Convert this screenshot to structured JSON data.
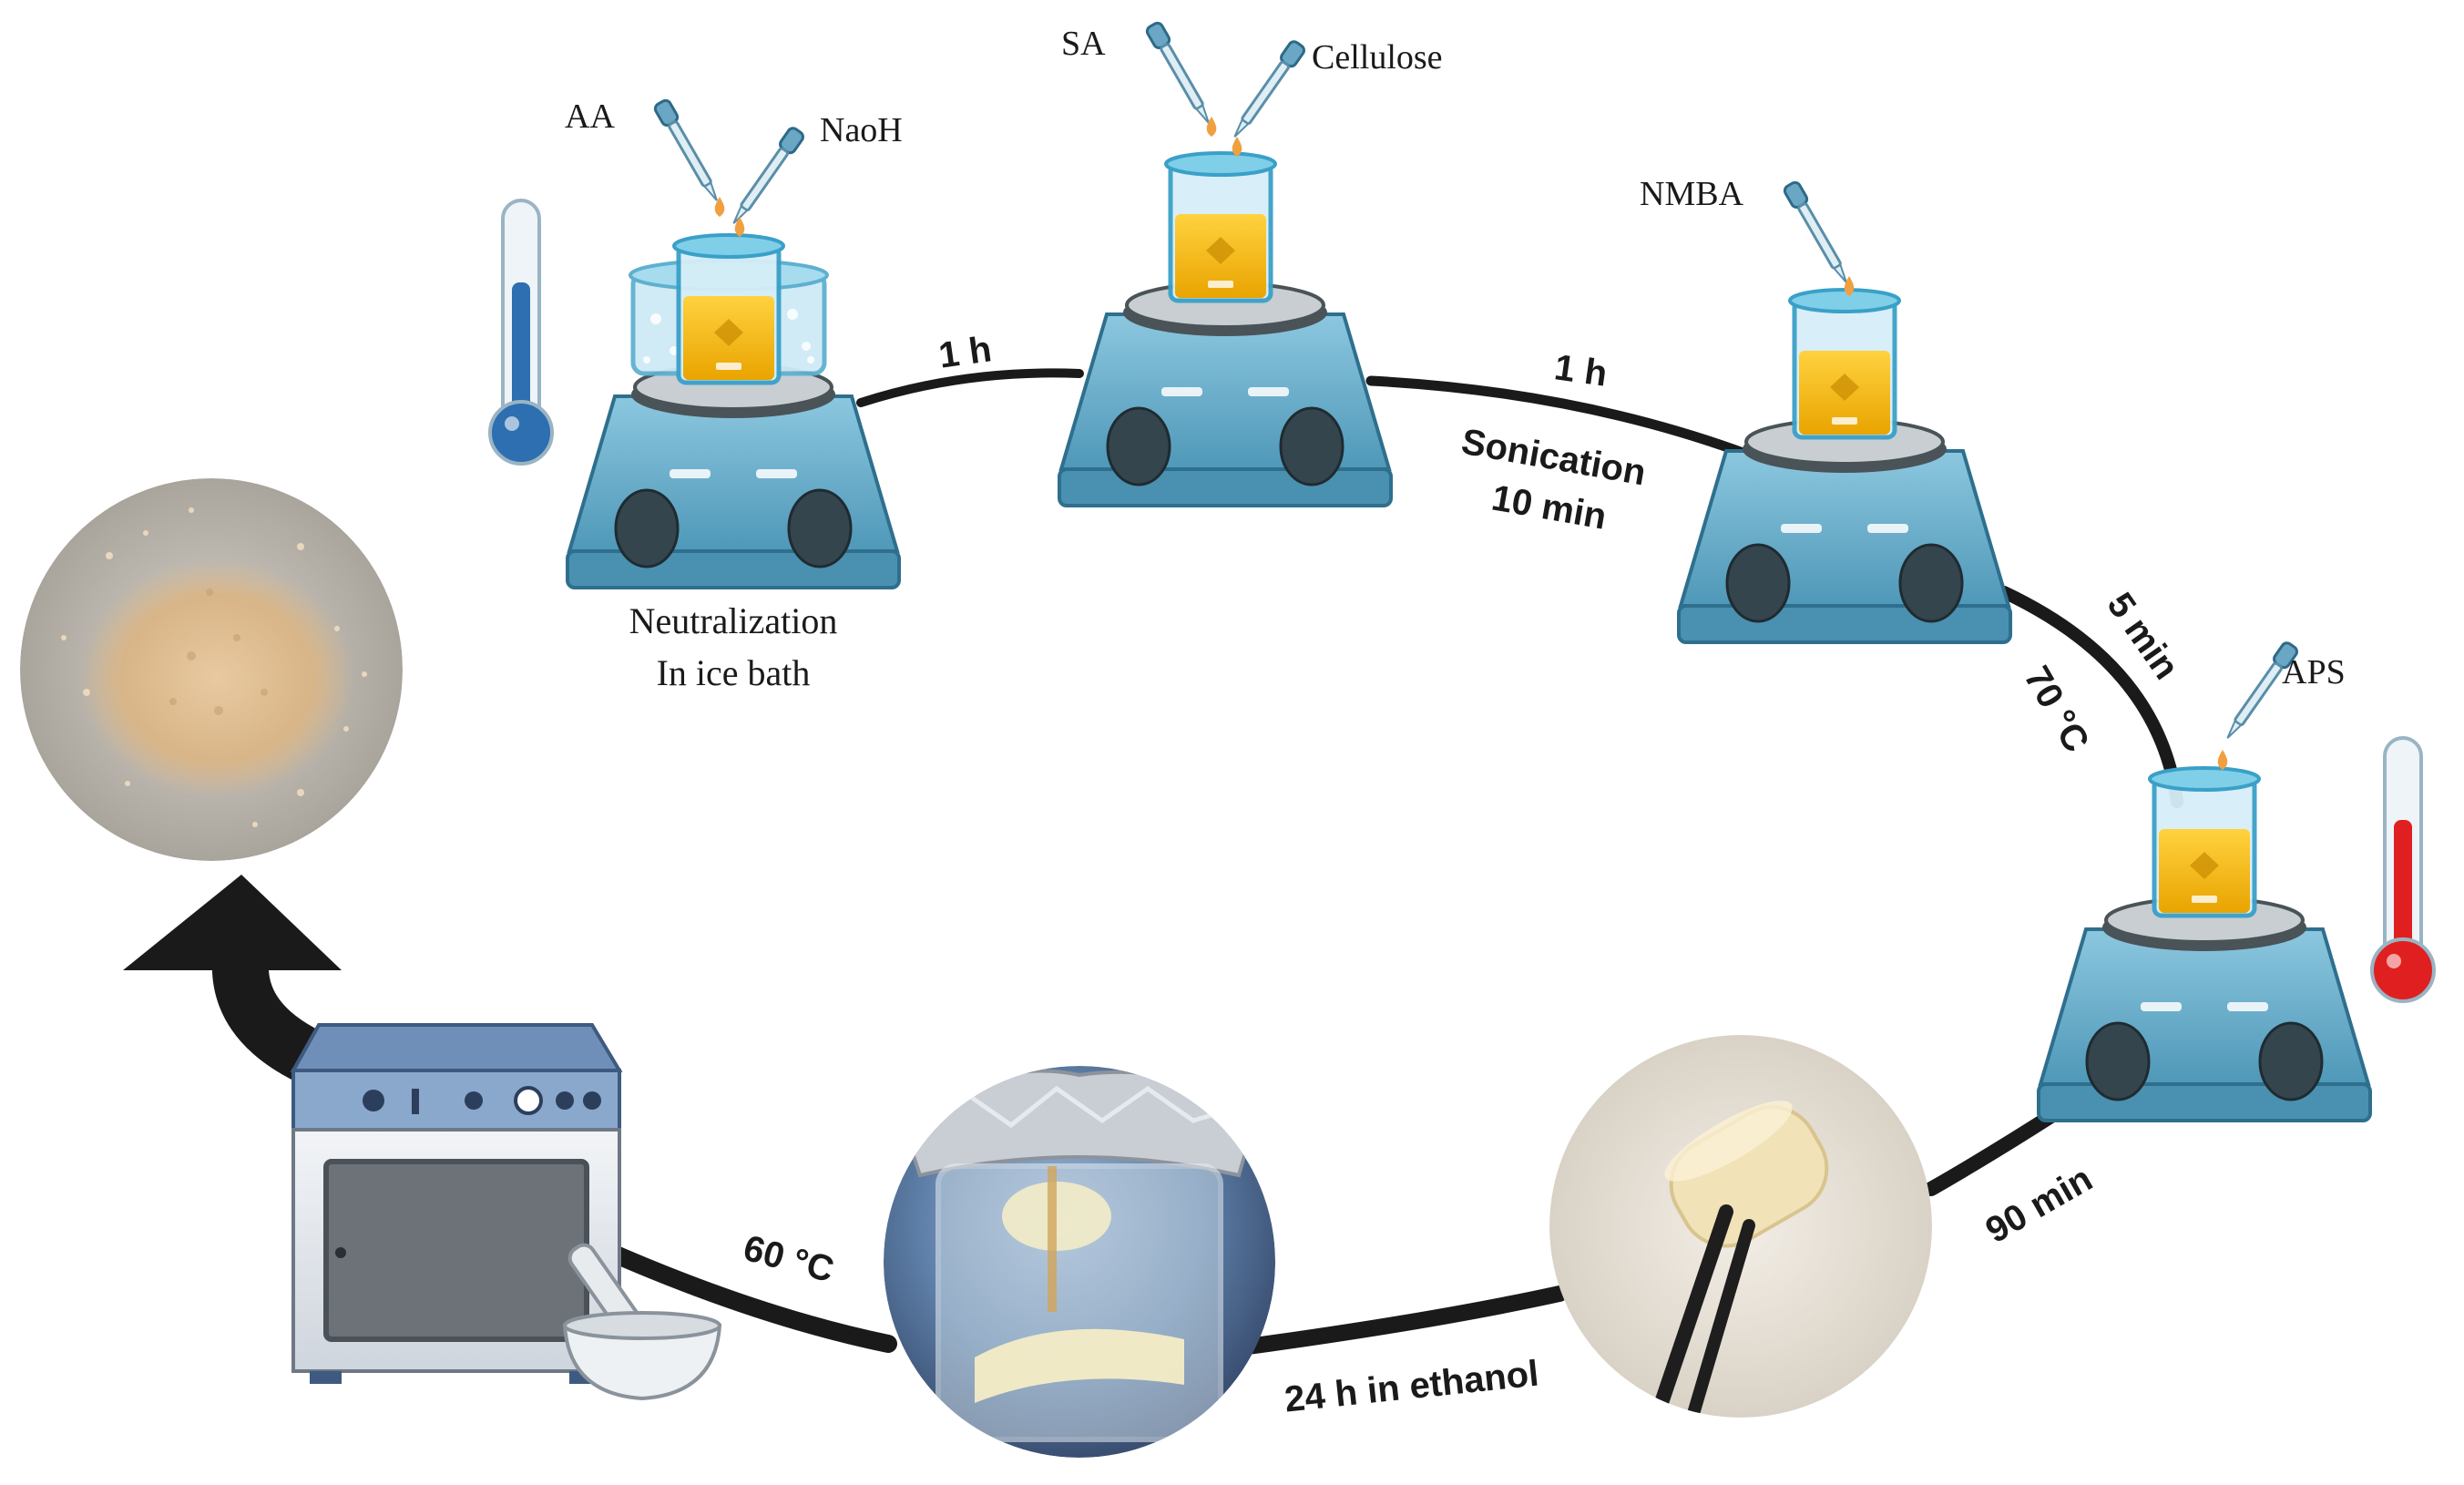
{
  "reagents": {
    "aa": "AA",
    "naoh": "NaoH",
    "sa": "SA",
    "cellulose": "Cellulose",
    "nmba": "NMBA",
    "aps": "APS"
  },
  "step_labels": {
    "neutralization_line1": "Neutralization",
    "neutralization_line2": "In ice bath"
  },
  "arrow_labels": {
    "first_1h": "1 h",
    "second_1h": "1 h",
    "sonication": "Sonication",
    "sonication_time": "10 min",
    "five_min": "5 min",
    "seventy_c": "70 °C",
    "ninety_min": "90 min",
    "ethanol": "24 h in ethanol",
    "sixty_c": "60 °C"
  },
  "colors": {
    "stirrer_body": "#5fa8c8",
    "stirrer_dark": "#2f6f8e",
    "knob": "#3a4a52",
    "solution": "#f2b400",
    "beaker_glass": "#bfe6f5",
    "cold_thermometer": "#2d6fb0",
    "hot_thermometer": "#e02020",
    "path": "#1a1a1a",
    "droplet": "#f0a040"
  }
}
